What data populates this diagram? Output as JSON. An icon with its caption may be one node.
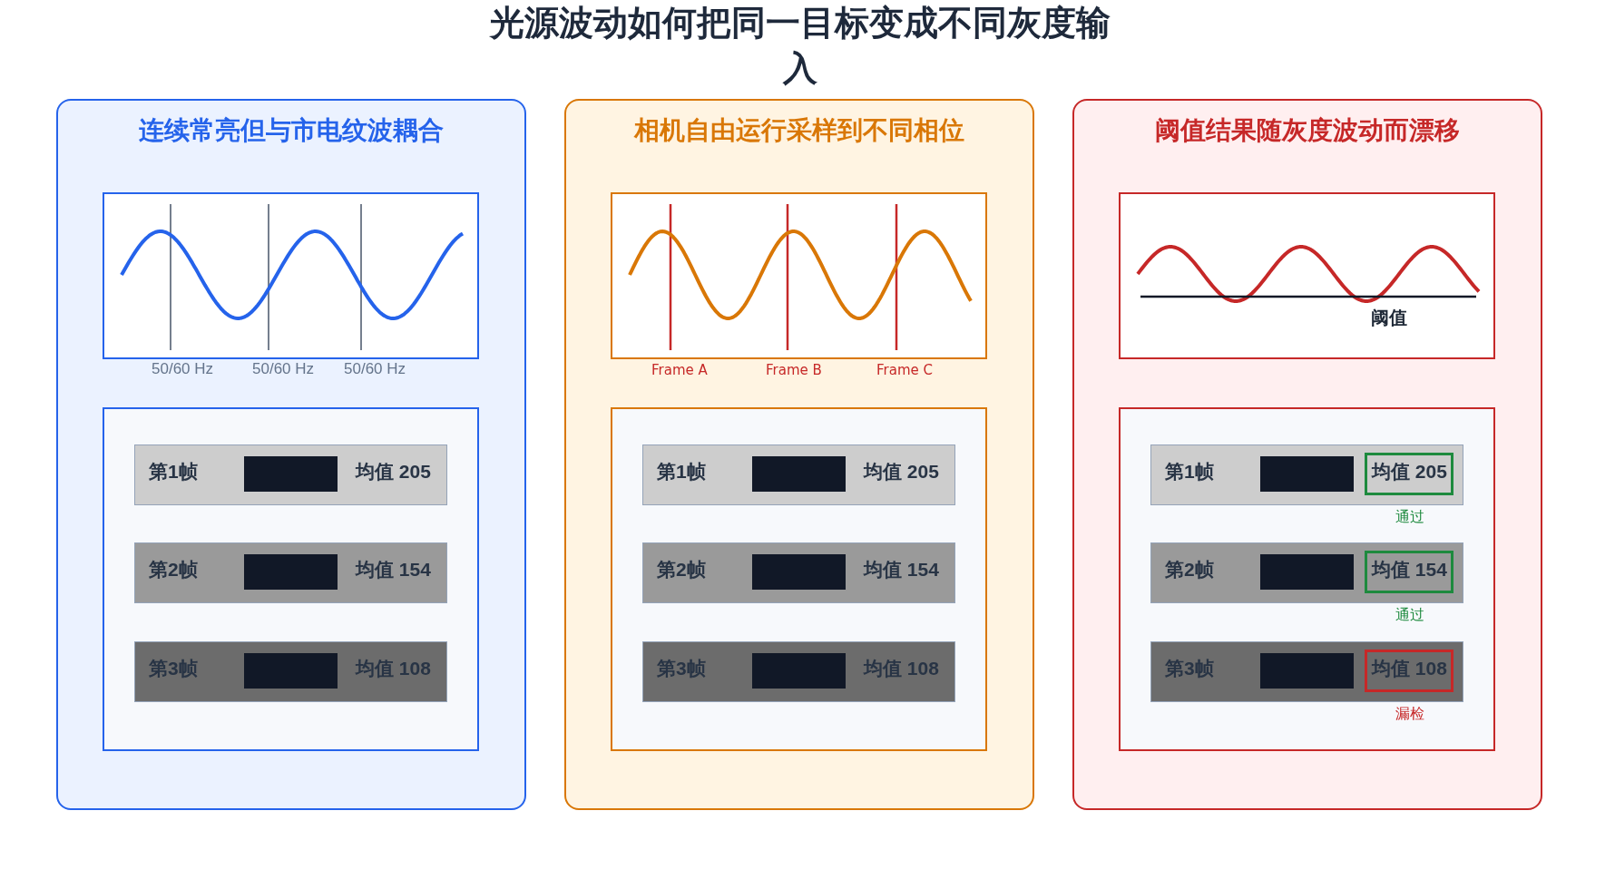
{
  "diagram": {
    "title": "光源波动如何把同一目标变成不同灰度输入",
    "nodes": [
      {
        "text": [
          "连续常亮但与市电纹波耦合"
        ]
      },
      {
        "text": [],
        "shape": "box",
        "in": 0
      },
      {
        "text": [],
        "shape": "box",
        "in": 0
      },
      {
        "text": [
          "第1帧",
          "均值 205"
        ],
        "in": 2
      },
      {
        "text": [],
        "shape": "box",
        "in": 3
      },
      {
        "text": [
          "第2帧",
          "均值 154"
        ],
        "in": 2
      },
      {
        "text": [],
        "shape": "box",
        "in": 5
      },
      {
        "text": [
          "第3帧",
          "均值 108"
        ],
        "in": 2
      },
      {
        "text": [],
        "shape": "box",
        "in": 7
      },
      {
        "text": [
          "相机自由运行采样到不同相位"
        ]
      },
      {
        "text": [],
        "shape": "box",
        "in": 9
      },
      {
        "text": [],
        "shape": "box",
        "in": 9
      },
      {
        "text": [
          "第1帧",
          "均值 205"
        ],
        "in": 11
      },
      {
        "text": [],
        "shape": "box",
        "in": 12
      },
      {
        "text": [
          "第2帧",
          "均值 154"
        ],
        "in": 11
      },
      {
        "text": [],
        "shape": "box",
        "in": 14
      },
      {
        "text": [
          "第3帧",
          "均值 108"
        ],
        "in": 11
      },
      {
        "text": [],
        "shape": "box",
        "in": 16
      },
      {
        "text": [
          "阈值结果随灰度波动而漂移"
        ]
      },
      {
        "text": [],
        "shape": "box",
        "in": 18
      },
      {
        "text": [],
        "shape": "box",
        "in": 18
      },
      {
        "text": [
          "第1帧",
          "均值 205"
        ],
        "in": 20
      },
      {
        "text": [],
        "shape": "box",
        "in": 21
      },
      {
        "text": [
          "第2帧",
          "均值 154"
        ],
        "in": 20
      },
      {
        "text": [],
        "shape": "box",
        "in": 23
      },
      {
        "text": [
          "第3帧",
          "均值 108"
        ],
        "in": 20
      },
      {
        "text": [],
        "shape": "box",
        "in": 25
      }
    ],
    "labels": [
      "50/60 Hz",
      "50/60 Hz",
      "50/60 Hz",
      "Frame A",
      "Frame B",
      "Frame C",
      "阈值",
      "通过",
      "通过",
      "漏检"
    ]
  }
}
